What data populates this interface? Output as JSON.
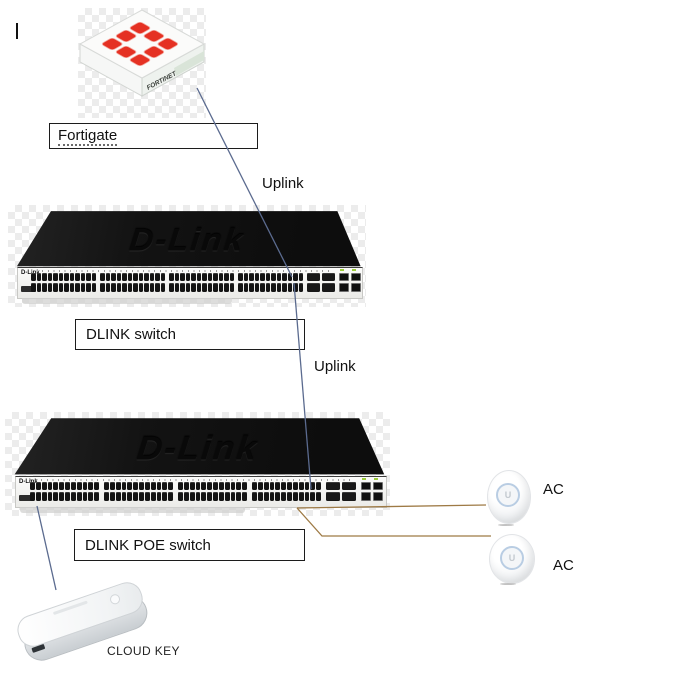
{
  "labels": {
    "fortigate_box": "Fortigate",
    "uplink_top": "Uplink",
    "uplink_mid": "Uplink",
    "switch_box": "DLINK switch",
    "poe_switch_box": "DLINK POE switch",
    "ap_top": "AC",
    "ap_bottom": "AC",
    "cloud_key": "CLOUD KEY"
  },
  "devices": {
    "fortigate": {
      "brand_text": "FORTINET"
    },
    "switch1": {
      "brand": "D-Link",
      "panel_brand": "D-Link"
    },
    "switch2": {
      "brand": "D-Link",
      "panel_brand": "D-Link"
    }
  },
  "connections": [
    {
      "from": "fortigate",
      "to": "dlink-switch",
      "label": "Uplink"
    },
    {
      "from": "dlink-switch",
      "to": "dlink-poe-switch",
      "label": "Uplink"
    },
    {
      "from": "dlink-poe-switch",
      "to": "cloud-key",
      "label": ""
    },
    {
      "from": "dlink-poe-switch",
      "to": "access-point-top",
      "label": ""
    },
    {
      "from": "dlink-poe-switch",
      "to": "access-point-bottom",
      "label": ""
    }
  ],
  "colors": {
    "uplink_line": "#5b6b8f",
    "poe_line": "#9e7a45",
    "fortinet_red": "#e53123",
    "ap_ring": "#b9cde3",
    "sfp_green": "#9ccc3c"
  }
}
